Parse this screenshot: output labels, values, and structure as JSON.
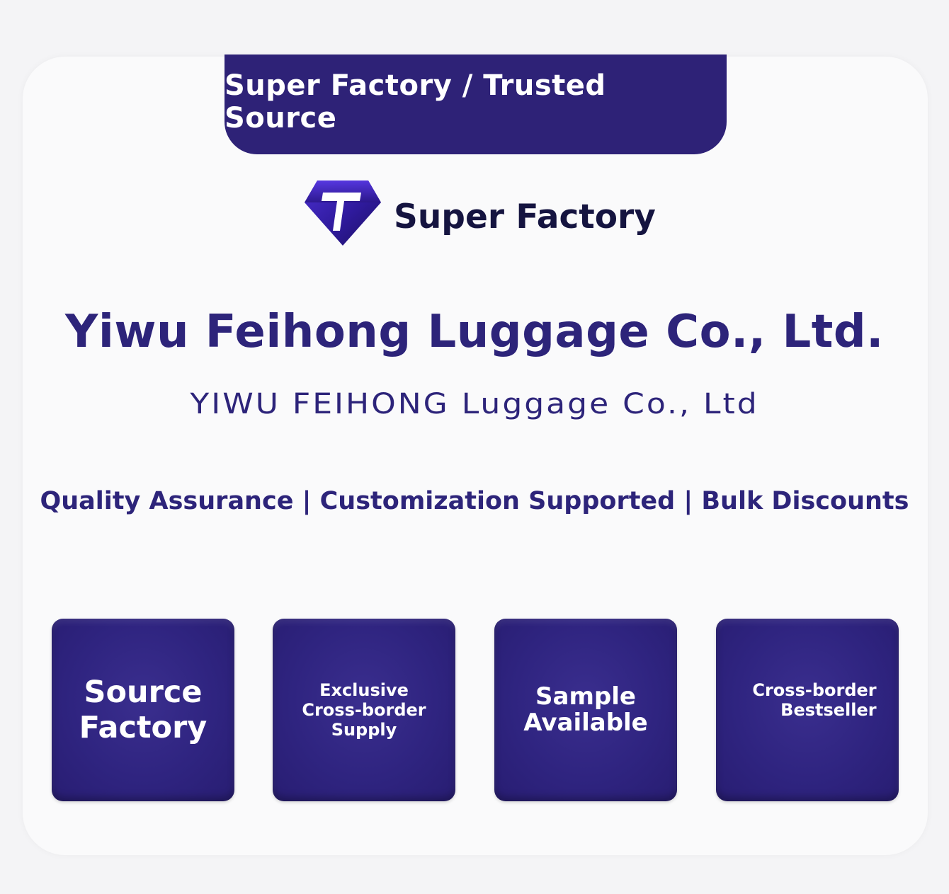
{
  "banner": {
    "title": "Super Factory / Trusted Source"
  },
  "brand": {
    "logo_icon": "diamond-logo-icon",
    "name": "Super Factory",
    "colors": {
      "primary": "#2e2277",
      "text_dark": "#151440",
      "accent_text": "#2d247a"
    }
  },
  "company": {
    "name": "Yiwu Feihong Luggage Co., Ltd.",
    "name_alt": "YIWU FEIHONG Luggage Co., Ltd"
  },
  "tagline": "Quality Assurance | Customization Supported | Bulk Discounts",
  "features": [
    {
      "label": "Source\nFactory"
    },
    {
      "label": "Exclusive\nCross-border\nSupply"
    },
    {
      "label": "Sample\nAvailable"
    },
    {
      "label": "Cross-border\nBestseller"
    }
  ]
}
